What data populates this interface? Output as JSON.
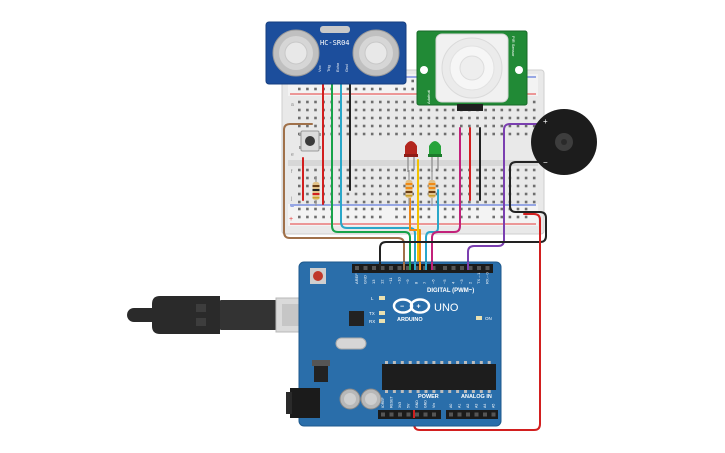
{
  "components": {
    "ultrasonic_sensor": {
      "model": "HC-SR04",
      "pins": [
        "Vcc",
        "Trig",
        "Echo",
        "Gnd"
      ]
    },
    "pir_sensor": {
      "label_top": "PIR Sensor",
      "label_bottom": "Adafruit"
    },
    "leds": [
      {
        "color_name": "red",
        "color": "#b3261e"
      },
      {
        "color_name": "green",
        "color": "#27a33a"
      }
    ],
    "pushbutton": {
      "name": "pushbutton"
    },
    "buzzer": {
      "plus_label": "+",
      "minus_label": "−"
    },
    "breadboard": {
      "row_letters": [
        "a",
        "b",
        "c",
        "d",
        "e",
        "f",
        "g",
        "h",
        "i",
        "j"
      ],
      "rail_plus": "+",
      "rail_minus": "−"
    },
    "arduino": {
      "board_name": "UNO",
      "brand": "ARDUINO",
      "digital_header": "DIGITAL (PWM~)",
      "digital_pins": [
        "AREF",
        "GND",
        "13",
        "12",
        "~11",
        "~10",
        "~9",
        "8",
        "7",
        "~6",
        "~5",
        "4",
        "~3",
        "2",
        "TX→1",
        "RX←0"
      ],
      "power_header": "POWER",
      "analog_header": "ANALOG IN",
      "power_pins": [
        "IOREF",
        "RESET",
        "3V3",
        "5V",
        "GND",
        "GND",
        "Vin"
      ],
      "analog_pins": [
        "A0",
        "A1",
        "A2",
        "A3",
        "A4",
        "A5"
      ],
      "status_leds": [
        "L",
        "TX",
        "RX"
      ],
      "on_label": "ON",
      "colors": {
        "board": "#2a6eaa",
        "board_dark": "#1f5a8e"
      }
    },
    "usb_cable": {
      "color": "#2a2a2a"
    }
  },
  "wire_colors": {
    "red": "#d21f1f",
    "black": "#222222",
    "orange": "#f08a16",
    "yellow": "#f2c200",
    "green": "#17a34a",
    "cyan": "#2aa7c9",
    "blue": "#1f6fd1",
    "magenta": "#c2217a",
    "purple": "#7b3fb0",
    "brown": "#a0714a",
    "teal": "#20a9b5"
  }
}
